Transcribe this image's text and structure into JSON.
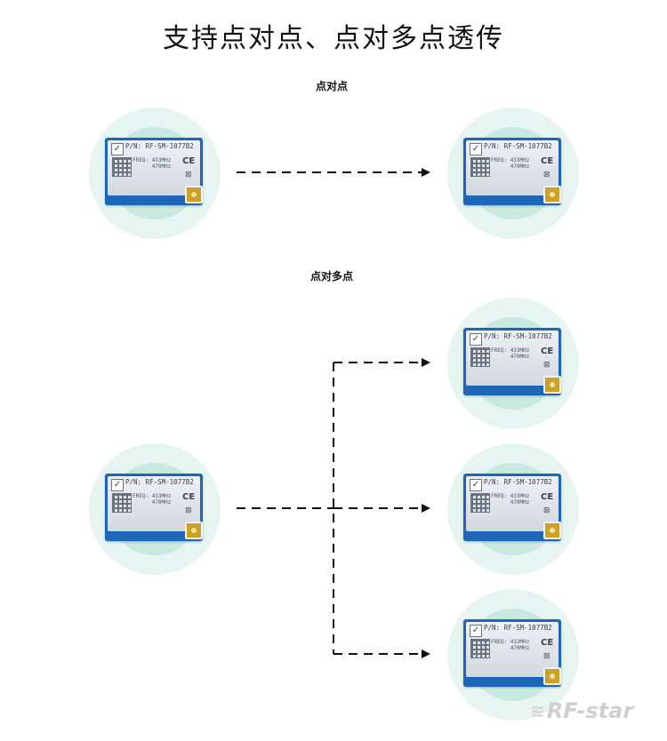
{
  "title": "支持点对点、点对多点透传",
  "sections": [
    {
      "label": "点对点"
    },
    {
      "label": "点对多点"
    }
  ],
  "module": {
    "part_number": "P/N: RF-SM-1077B2",
    "freq_label": "FREQ:",
    "freq_values": [
      "433MHz",
      "470MHz"
    ],
    "ce": "CE"
  },
  "brand": "RF-star",
  "colors": {
    "halo_outer": "#e6f5f1",
    "halo_inner": "#c8e9df",
    "module_pcb": "#1e67b8",
    "arrow": "#111111"
  }
}
